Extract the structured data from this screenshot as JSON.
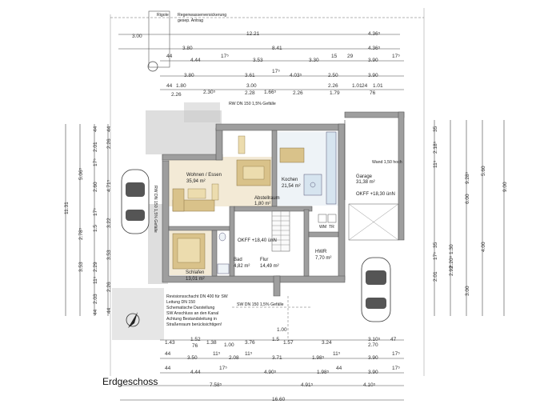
{
  "title": "Erdgeschoss",
  "top_notes": {
    "rigole": "Rigole",
    "rain1": "Regenwasserversickerung",
    "rain2": "gesep. Antrag",
    "rw_top": "RW DN 150 1,5% Gefälle",
    "rw_left": "RW DN 150 1,5% Gefälle"
  },
  "rooms": {
    "wohnen_name": "Wohnen / Essen",
    "wohnen_area": "35,94 m²",
    "kochen_name": "Kochen",
    "kochen_area": "21,54 m²",
    "abstellraum_name": "Abstellraum",
    "abstellraum_area": "1,80 m²",
    "garage_name": "Garage",
    "garage_area": "31,38 m²",
    "garage_okff": "OKFF +18,30 ünN",
    "wand_label": "Wand 1,50 hoch",
    "okff_main": "OKFF +18,40 ünN",
    "flur_name": "Flur",
    "flur_area": "14,49 m²",
    "hwr_name": "HWR",
    "hwr_area": "7,70 m²",
    "bad_name": "Bad",
    "bad_area": "4,82 m²",
    "schlafen_name": "Schlafen",
    "schlafen_area": "13,01 m²",
    "wm": "WM",
    "tr": "TR"
  },
  "legend_notes": [
    "Revisionsschacht DN 400 für SW",
    "Leitung DN 150",
    "Schematische Darstellung",
    "SW Anschluss an den Kanal",
    "Achtung Bestandsleitung in",
    "Straßenraum berücksichtigen!"
  ],
  "sw_note": "SW DN 150 1,5% Gefälle",
  "dims_top": {
    "r1": [
      "3.00",
      "12.21",
      "4.36⁵"
    ],
    "r2": [
      "3.80",
      "8.41",
      "4.36⁵"
    ],
    "r3": [
      "44",
      "4.44",
      "17⁵",
      "3.53",
      "3.30",
      "15",
      "29",
      "3.90",
      "17⁵"
    ],
    "r4": [
      "3.80",
      "3.61",
      "17⁵",
      "4.03⁵",
      "2.50",
      "3.90"
    ],
    "r5": [
      "44",
      "1.80",
      "3.00",
      "2.26",
      "1.01",
      "24",
      "1.01"
    ],
    "r6": [
      "2.26",
      "2.30⁵",
      "2.28",
      "1.66⁵",
      "2.26",
      "1.79",
      "76"
    ]
  },
  "dims_bottom": {
    "r1": [
      "1.43",
      "1.52",
      "1.38",
      "1.00",
      "3.76",
      "1.5",
      "1.57",
      "3.24",
      "3.10⁵",
      "47"
    ],
    "r2": [
      "1.00",
      "76",
      "2.70"
    ],
    "r3": [
      "44",
      "3.50",
      "11⁵",
      "2.08",
      "11⁵",
      "3.71",
      "1.98⁵",
      "11⁵",
      "3.90",
      "17⁵"
    ],
    "r4": [
      "44",
      "4.44",
      "17⁵",
      "4.90⁵",
      "1.98⁵",
      "44",
      "3.90",
      "17⁵"
    ],
    "r5": [
      "7.58⁵",
      "4.91⁵",
      "4.10⁵"
    ],
    "r6": [
      "16.60"
    ]
  },
  "dims_left": {
    "c1": [
      "11.31"
    ],
    "c2": [
      "5.06⁵",
      "2.78⁵",
      "3.53"
    ],
    "c3": [
      "44",
      "2.01",
      "17⁵",
      "2.60",
      "17⁵",
      "1.5",
      "2.29",
      "11⁵",
      "2.03",
      "44"
    ],
    "c4": [
      "44",
      "2.26",
      "4.71⁵",
      "3.22",
      "3.53",
      "2.26",
      "44"
    ]
  },
  "dims_right": {
    "c1": [
      "9.00"
    ],
    "c2": [
      "5.60",
      "4.00"
    ],
    "c3": [
      "9.28⁵",
      "6.00",
      "3.00"
    ],
    "c4": [
      "35",
      "11⁵",
      "2.18⁵",
      "35",
      "17⁵",
      "2.01",
      "2.20⁵",
      "1.30",
      "2.92"
    ]
  },
  "colors": {
    "wall": "#9e9e9e",
    "floor_wood": "#f3ead6",
    "furniture": "#d9c28a",
    "kitchen_blue": "#d6e4ef",
    "terrace": "#c8c8c8"
  }
}
